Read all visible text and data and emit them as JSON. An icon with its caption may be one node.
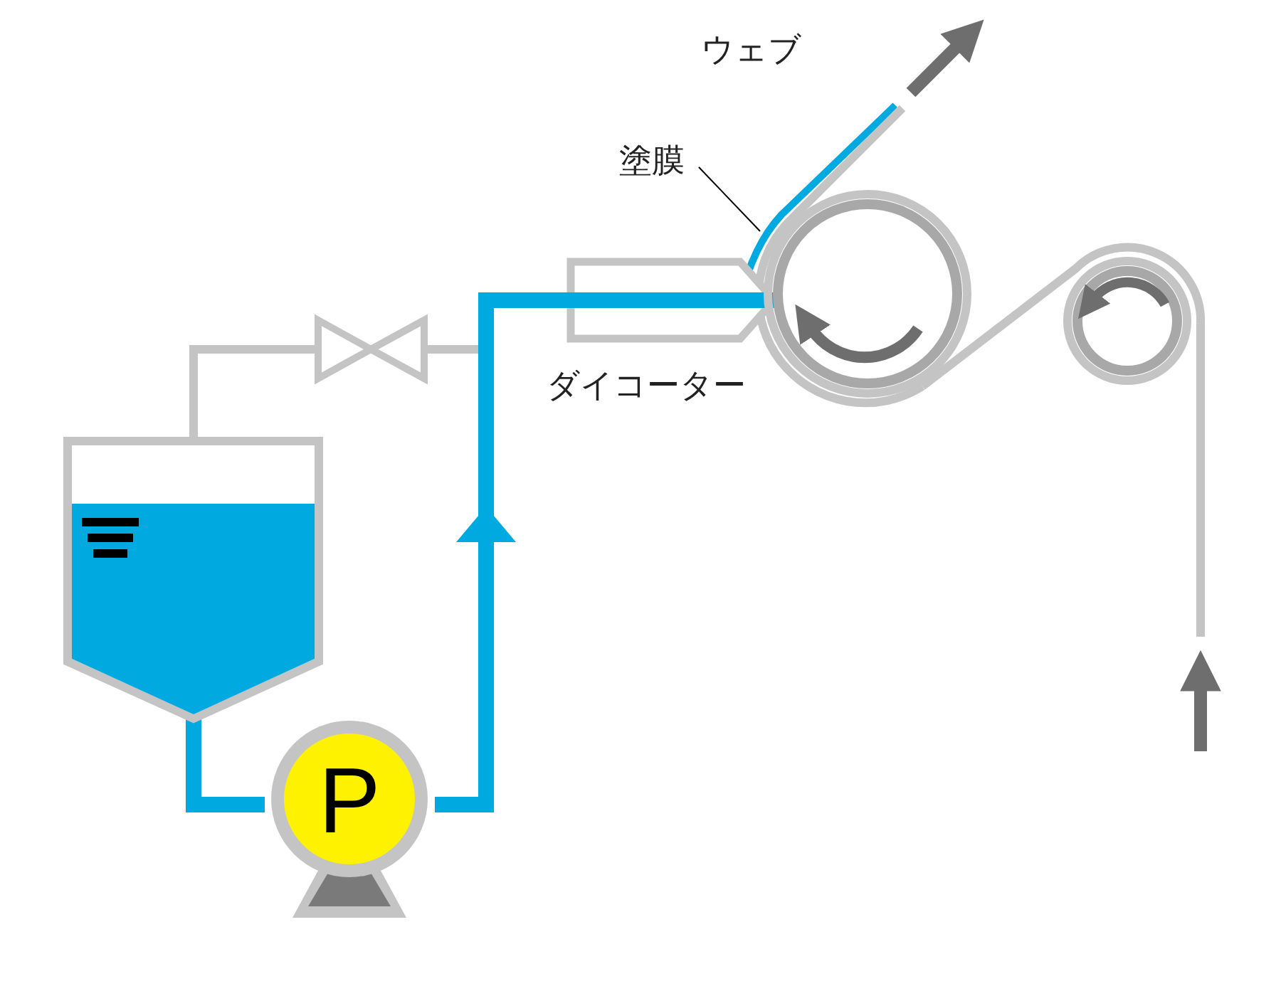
{
  "diagram": {
    "nodes": [
      {
        "text": [],
        "shape": "tank"
      },
      {
        "text": [
          "P"
        ]
      },
      {
        "text": [],
        "shape": "valve"
      },
      {
        "text": [
          "ダイコーター"
        ]
      },
      {
        "text": [
          "塗膜"
        ]
      },
      {
        "text": [],
        "shape": "circle"
      },
      {
        "text": [],
        "shape": "circle"
      },
      {
        "text": [],
        "shape": "junction"
      }
    ],
    "edges": [
      {
        "from": 0,
        "to": 1,
        "arrow": "none",
        "style": "thick",
        "color": "#00a9e0"
      },
      {
        "from": 1,
        "to": 7,
        "arrow": "to",
        "style": "thick",
        "color": "#00a9e0"
      },
      {
        "from": 7,
        "to": 3,
        "arrow": "none",
        "style": "thick",
        "color": "#00a9e0"
      },
      {
        "from": 0,
        "to": 2,
        "arrow": "none"
      },
      {
        "from": 2,
        "to": 7,
        "arrow": "none"
      },
      {
        "from": 3,
        "to": null,
        "arrow": "none",
        "color": "#00a9e0"
      },
      {
        "from": 4,
        "to": null,
        "arrow": "none",
        "color": "#000000"
      },
      {
        "from": null,
        "to": 6,
        "arrow": "none"
      },
      {
        "from": 6,
        "to": 5,
        "arrow": "none"
      },
      {
        "from": 5,
        "to": null,
        "arrow": "to"
      }
    ],
    "labels": [
      "ウェブ"
    ]
  }
}
